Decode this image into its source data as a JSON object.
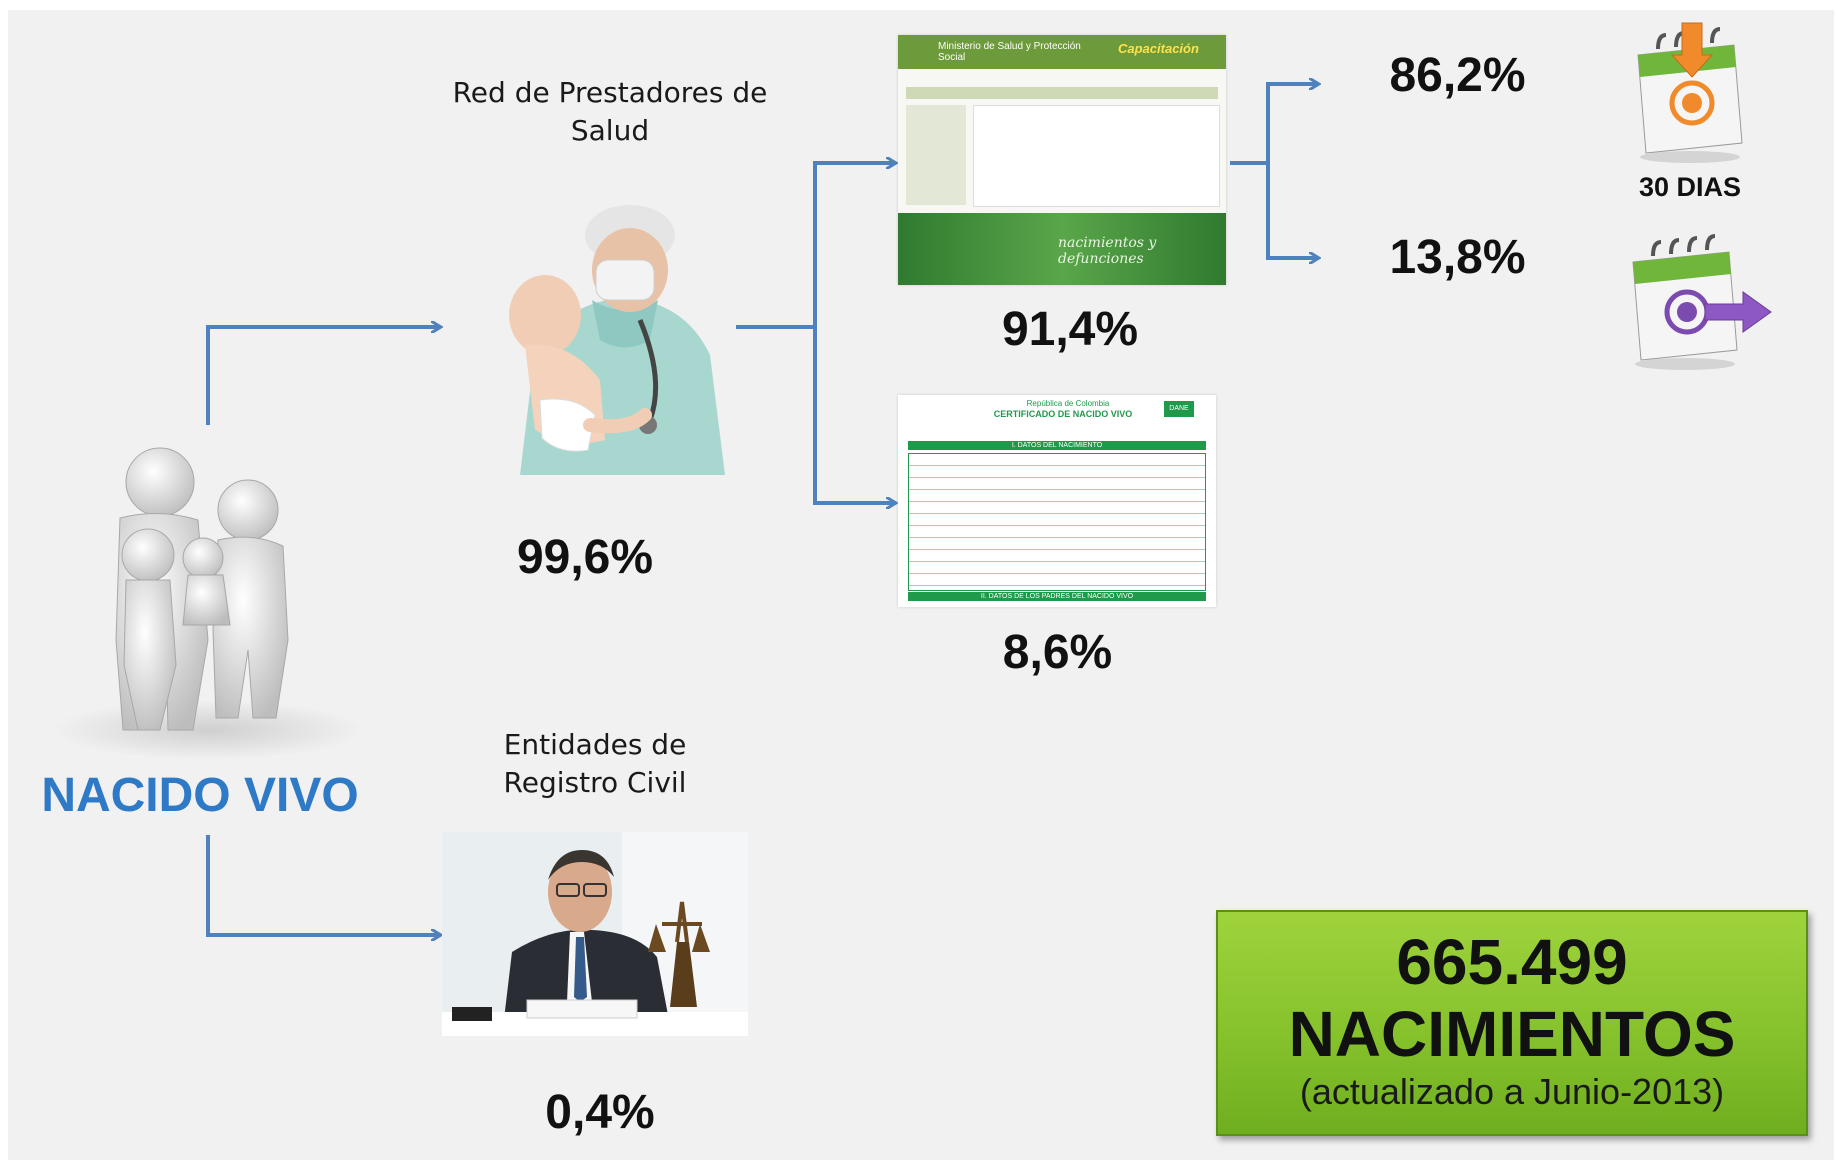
{
  "source_label": "NACIDO VIVO",
  "health_network": {
    "label": "Red de Prestadores de Salud",
    "percent": "99,6%"
  },
  "civil_registry": {
    "label": "Entidades de Registro Civil",
    "percent": "0,4%"
  },
  "online_system": {
    "percent": "91,4%",
    "screenshot_texts": {
      "header": "Ministerio de Salud y Protección Social",
      "banner": "Capacitación",
      "footer": "nacimientos y defunciones"
    },
    "within_30_days": {
      "percent": "86,2%",
      "label": "30 DIAS",
      "icon": "calendar-download-icon"
    },
    "after_30_days": {
      "percent": "13,8%",
      "icon": "calendar-forward-icon"
    }
  },
  "paper_certificate": {
    "percent": "8,6%",
    "form_texts": {
      "title": "CERTIFICADO DE NACIDO VIVO",
      "country": "República de Colombia",
      "section1": "I. DATOS DEL NACIMIENTO",
      "section2": "II. DATOS DE LOS PADRES DEL NACIDO VIVO",
      "logo": "DANE"
    }
  },
  "total": {
    "number": "665.499",
    "word": "NACIMIENTOS",
    "note": "(actualizado a Junio-2013)"
  },
  "colors": {
    "arrow": "#4f81bd",
    "accent_blue": "#2f7ac7",
    "total_green": "#8cc63f",
    "form_green": "#1f9a4a"
  }
}
